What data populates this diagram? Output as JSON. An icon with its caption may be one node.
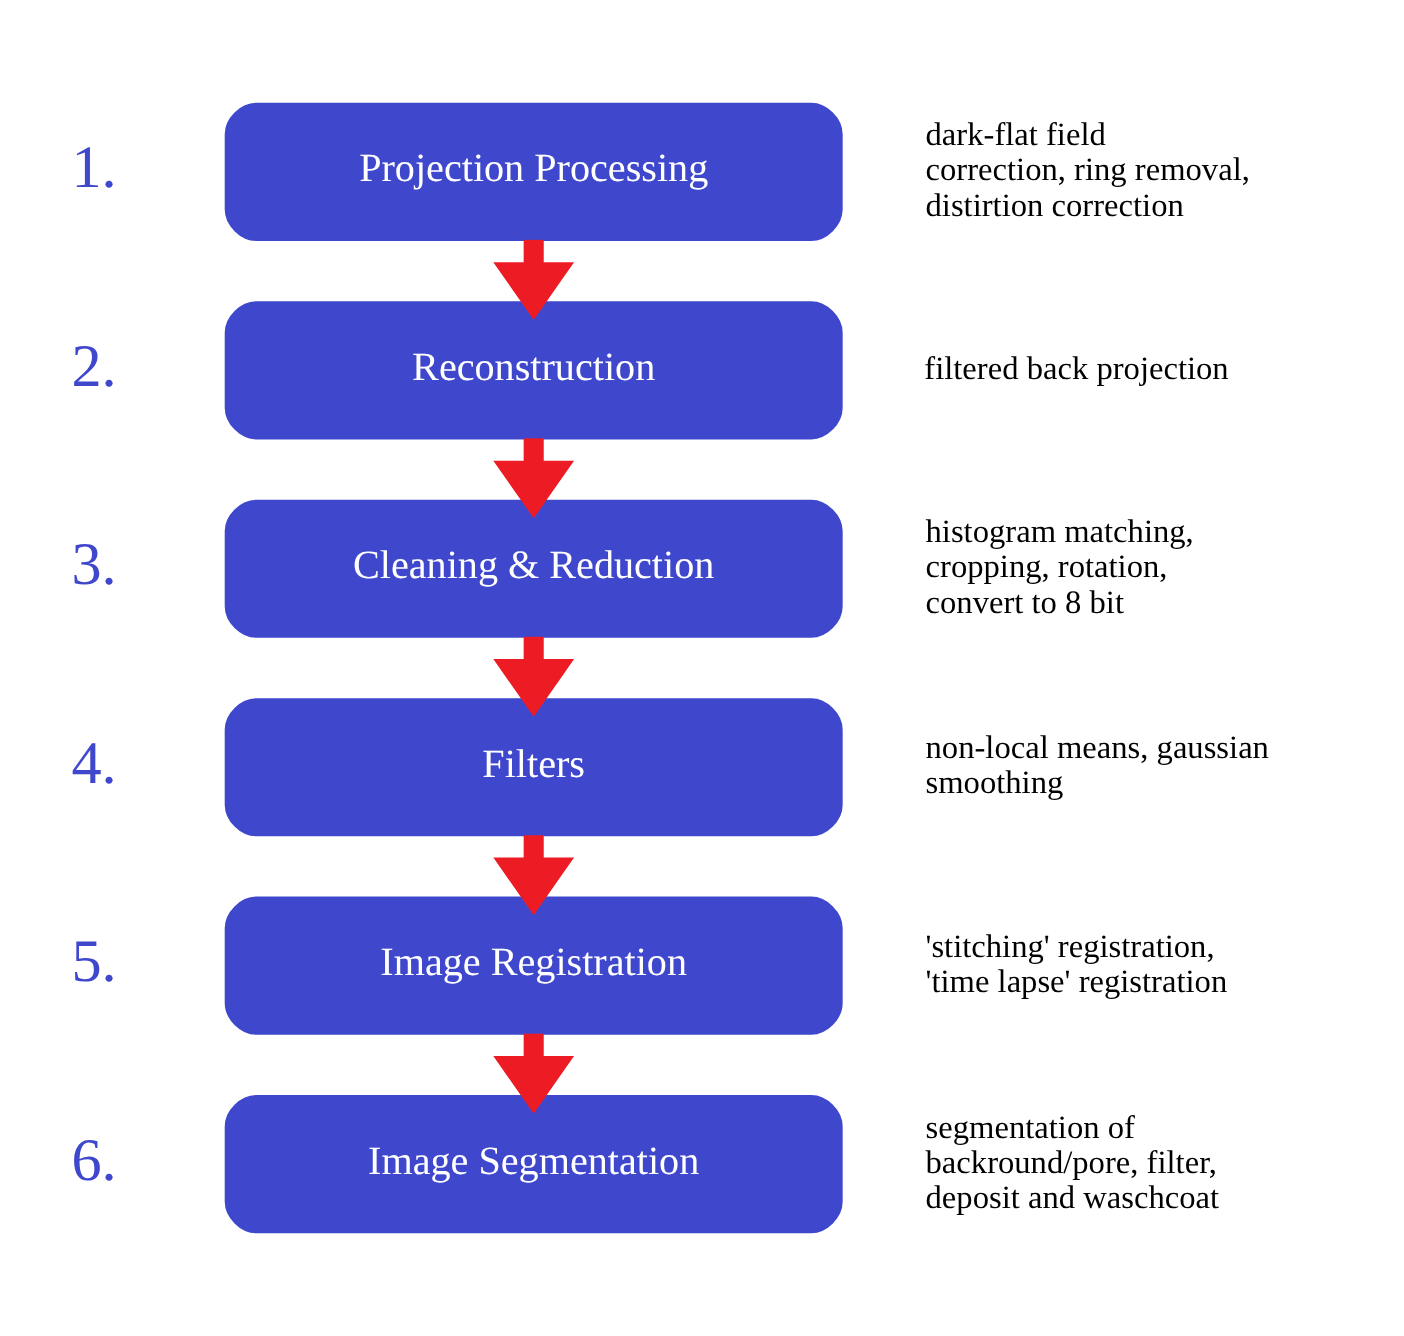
{
  "diagram": {
    "nodes": [
      {
        "text": [
          "Projection Processing"
        ],
        "beside": [
          "1.",
          "dark-flat field correction, ring removal, distirtion correction"
        ]
      },
      {
        "text": [
          "Reconstruction"
        ],
        "beside": [
          "2.",
          "filtered back projection"
        ]
      },
      {
        "text": [
          "Cleaning & Reduction"
        ],
        "beside": [
          "3.",
          "histogram matching, cropping, rotation, convert to 8 bit"
        ]
      },
      {
        "text": [
          "Filters"
        ],
        "beside": [
          "4.",
          "non-local means, gaussian smoothing"
        ]
      },
      {
        "text": [
          "Image Registration"
        ],
        "beside": [
          "5.",
          "'stitching' registration, 'time lapse' registration"
        ]
      },
      {
        "text": [
          "Image Segmentation"
        ],
        "beside": [
          "6.",
          "segmentation of backround/pore, filter, deposit and waschcoat"
        ]
      }
    ],
    "edges": [
      {
        "from": 0,
        "to": 1,
        "arrow": "to"
      },
      {
        "from": 1,
        "to": 2,
        "arrow": "to"
      },
      {
        "from": 2,
        "to": 3,
        "arrow": "to"
      },
      {
        "from": 3,
        "to": 4,
        "arrow": "to"
      },
      {
        "from": 4,
        "to": 5,
        "arrow": "to"
      }
    ]
  }
}
